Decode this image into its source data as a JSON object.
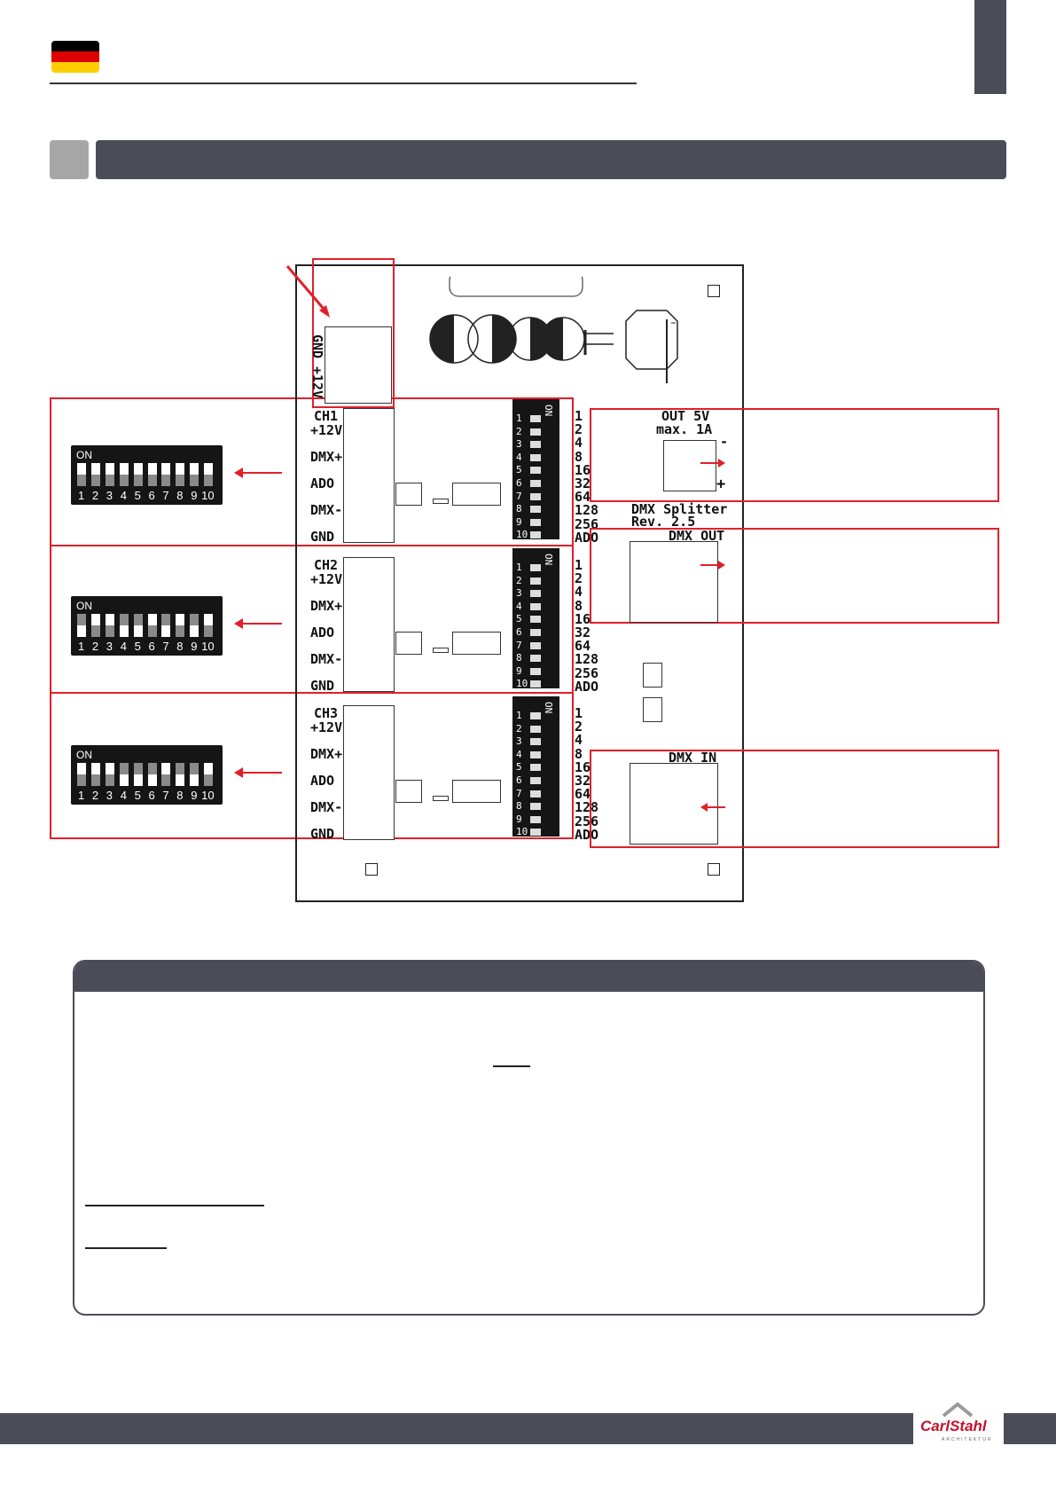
{
  "header": {
    "flag_colors": [
      "#000000",
      "#dd0000",
      "#ffce00"
    ],
    "accent": "#4a4d57",
    "section_square": "#a6a6a6"
  },
  "board": {
    "power_labels": {
      "gnd": "GND",
      "v12": "+12V"
    },
    "channels": [
      {
        "name": "CH1",
        "pins": [
          "+12V",
          "DMX+",
          "ADO",
          "DMX-",
          "GND"
        ],
        "dip_values": [
          "1",
          "2",
          "4",
          "8",
          "16",
          "32",
          "64",
          "128",
          "256",
          "ADO"
        ]
      },
      {
        "name": "CH2",
        "pins": [
          "+12V",
          "DMX+",
          "ADO",
          "DMX-",
          "GND"
        ],
        "dip_values": [
          "1",
          "2",
          "4",
          "8",
          "16",
          "32",
          "64",
          "128",
          "256",
          "ADO"
        ]
      },
      {
        "name": "CH3",
        "pins": [
          "+12V",
          "DMX+",
          "ADO",
          "DMX-",
          "GND"
        ],
        "dip_values": [
          "1",
          "2",
          "4",
          "8",
          "16",
          "32",
          "64",
          "128",
          "256",
          "ADO"
        ]
      }
    ],
    "dip_numbers": [
      "1",
      "2",
      "3",
      "4",
      "5",
      "6",
      "7",
      "8",
      "9",
      "10"
    ],
    "dip_on": "ON",
    "out5v_line1": "OUT 5V",
    "out5v_line2": "max. 1A",
    "out5v_minus": "-",
    "out5v_plus": "+",
    "title_line1": "DMX Splitter",
    "title_line2": "Rev. 2.5",
    "dmx_out": "DMX OUT",
    "dmx_in": "DMX IN",
    "marker_color": "#e0202a"
  },
  "switch_pictures": [
    {
      "on_label": "ON",
      "numbers": [
        "1",
        "2",
        "3",
        "4",
        "5",
        "6",
        "7",
        "8",
        "9",
        "10"
      ],
      "positions": [
        "on",
        "on",
        "on",
        "on",
        "on",
        "on",
        "on",
        "on",
        "on",
        "on"
      ]
    },
    {
      "on_label": "ON",
      "numbers": [
        "1",
        "2",
        "3",
        "4",
        "5",
        "6",
        "7",
        "8",
        "9",
        "10"
      ],
      "positions": [
        "off",
        "on",
        "on",
        "off",
        "off",
        "on",
        "off",
        "on",
        "off",
        "on"
      ]
    },
    {
      "on_label": "ON",
      "numbers": [
        "1",
        "2",
        "3",
        "4",
        "5",
        "6",
        "7",
        "8",
        "9",
        "10"
      ],
      "positions": [
        "on",
        "on",
        "on",
        "off",
        "off",
        "off",
        "on",
        "off",
        "off",
        "on"
      ]
    }
  ],
  "footer": {
    "brand": "CarlStahl",
    "brand_sub": "ARCHITEKTUR"
  }
}
